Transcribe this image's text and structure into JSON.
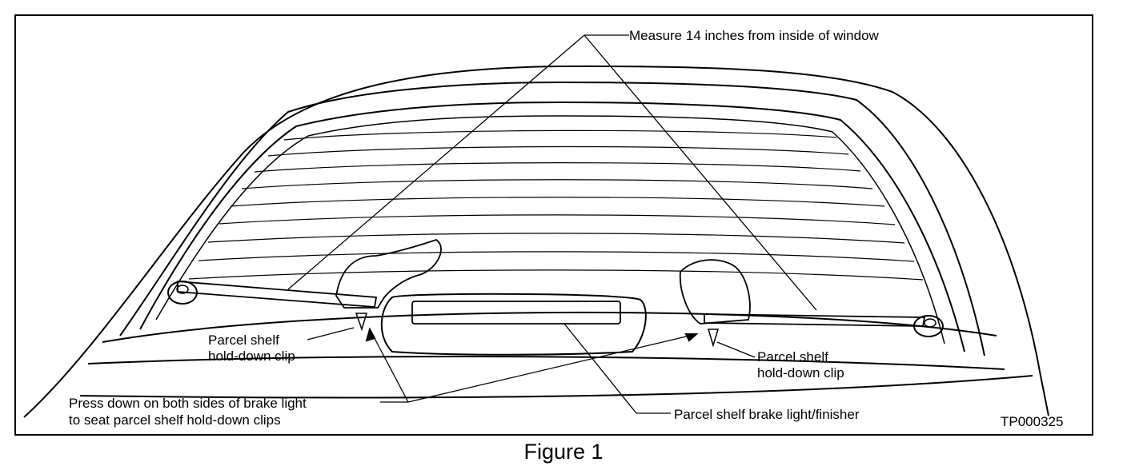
{
  "labels": {
    "measure": "Measure 14 inches from inside of window",
    "clip_left_line1": "Parcel shelf",
    "clip_left_line2": "hold-down clip",
    "clip_right_line1": "Parcel shelf",
    "clip_right_line2": "hold-down clip",
    "press_line1": "Press down on both sides of brake light",
    "press_line2": "to seat parcel shelf hold-down clips",
    "brake_light": "Parcel shelf brake light/finisher",
    "ref_code": "TP000325"
  },
  "caption": "Figure 1"
}
